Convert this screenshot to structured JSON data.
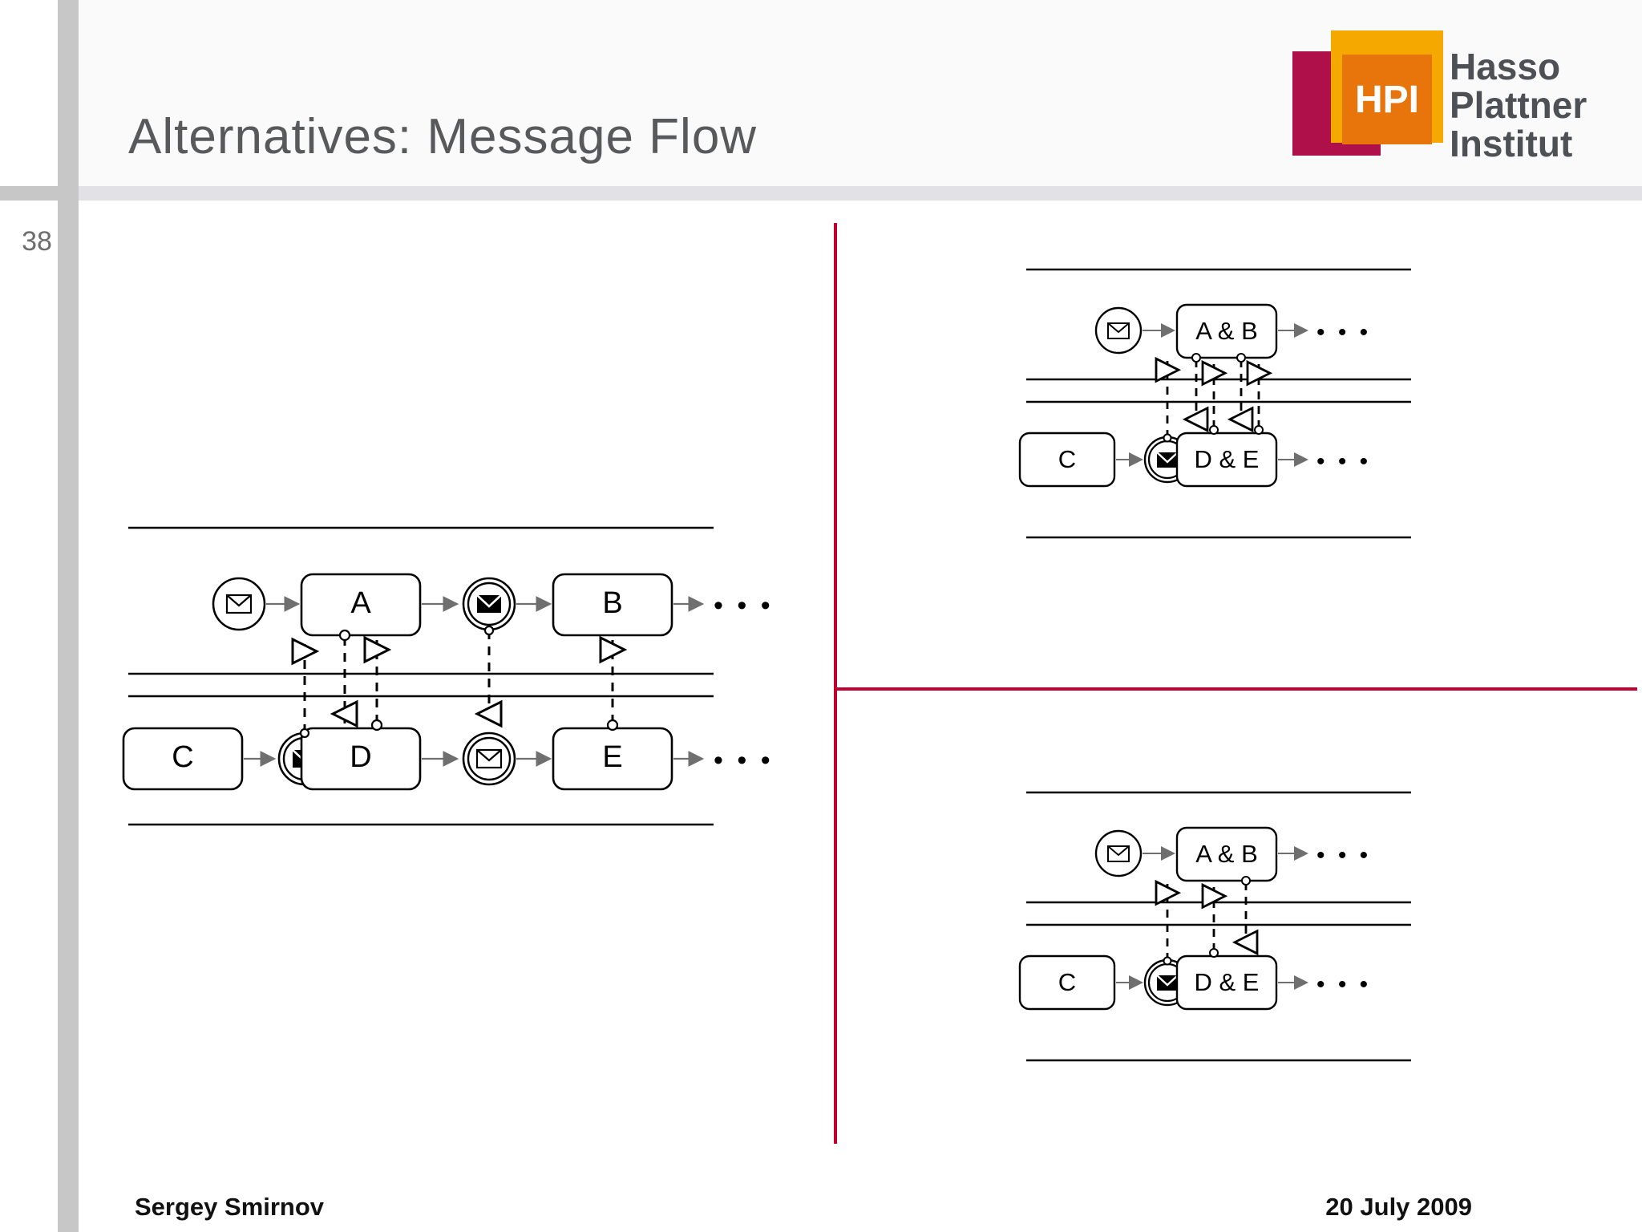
{
  "slide": {
    "number": "38",
    "title": "Alternatives: Message Flow",
    "footer_author": "Sergey Smirnov",
    "footer_date": "20 July 2009"
  },
  "logo": {
    "mark_text": "HPI",
    "word_line1": "Hasso",
    "word_line2": "Plattner",
    "word_line3": "Institut",
    "color_crimson": "#b0104a",
    "color_gold": "#f5a800",
    "color_orange": "#e8740c",
    "color_word": "#4d5156"
  },
  "theme": {
    "accent_red": "#c10230",
    "rail_gray": "#c7c7c7",
    "title_gray": "#58595b",
    "stroke": "#000000",
    "flow_arrow_gray": "#6f6f6f"
  },
  "diagrams": [
    {
      "id": "left-original",
      "position": "left",
      "pools": 2,
      "top_lane": {
        "elements": [
          {
            "type": "message-start-event",
            "label": ""
          },
          {
            "type": "task",
            "label": "A"
          },
          {
            "type": "message-intermediate-throw-event",
            "label": ""
          },
          {
            "type": "task",
            "label": "B"
          },
          {
            "type": "continuation-ellipsis",
            "label": "• • •"
          }
        ]
      },
      "bottom_lane": {
        "elements": [
          {
            "type": "task",
            "label": "C"
          },
          {
            "type": "message-intermediate-throw-event",
            "label": ""
          },
          {
            "type": "task",
            "label": "D"
          },
          {
            "type": "message-intermediate-catch-event",
            "label": ""
          },
          {
            "type": "task",
            "label": "E"
          },
          {
            "type": "continuation-ellipsis",
            "label": "• • •"
          }
        ]
      },
      "message_flows": [
        {
          "from": "C-throw-event",
          "to": "start-event",
          "direction": "up"
        },
        {
          "from": "A",
          "to": "D",
          "direction": "down"
        },
        {
          "from": "D",
          "to": "A",
          "direction": "up"
        },
        {
          "from": "A-throw-event",
          "to": "D-catch-event",
          "direction": "down"
        },
        {
          "from": "E",
          "to": "B",
          "direction": "up"
        }
      ]
    },
    {
      "id": "right-top-alternative",
      "position": "right-top",
      "pools": 2,
      "top_lane": {
        "elements": [
          {
            "type": "message-start-event",
            "label": ""
          },
          {
            "type": "task",
            "label": "A & B"
          },
          {
            "type": "continuation-ellipsis",
            "label": "• • •"
          }
        ]
      },
      "bottom_lane": {
        "elements": [
          {
            "type": "task",
            "label": "C"
          },
          {
            "type": "message-intermediate-throw-event",
            "label": ""
          },
          {
            "type": "task",
            "label": "D & E"
          },
          {
            "type": "continuation-ellipsis",
            "label": "• • •"
          }
        ]
      },
      "message_flows": [
        {
          "from": "C-throw-event",
          "to": "start-event",
          "direction": "up"
        },
        {
          "from": "A & B",
          "to": "D & E",
          "direction": "down"
        },
        {
          "from": "D & E",
          "to": "A & B",
          "direction": "up"
        },
        {
          "from": "A & B",
          "to": "D & E",
          "direction": "down"
        },
        {
          "from": "D & E",
          "to": "A & B",
          "direction": "up"
        }
      ]
    },
    {
      "id": "right-bottom-alternative",
      "position": "right-bottom",
      "pools": 2,
      "top_lane": {
        "elements": [
          {
            "type": "message-start-event",
            "label": ""
          },
          {
            "type": "task",
            "label": "A & B"
          },
          {
            "type": "continuation-ellipsis",
            "label": "• • •"
          }
        ]
      },
      "bottom_lane": {
        "elements": [
          {
            "type": "task",
            "label": "C"
          },
          {
            "type": "message-intermediate-throw-event",
            "label": ""
          },
          {
            "type": "task",
            "label": "D & E"
          },
          {
            "type": "continuation-ellipsis",
            "label": "• • •"
          }
        ]
      },
      "message_flows": [
        {
          "from": "C-throw-event",
          "to": "start-event",
          "direction": "up"
        },
        {
          "from": "D & E",
          "to": "A & B",
          "direction": "up"
        },
        {
          "from": "A & B",
          "to": "D & E",
          "direction": "down"
        }
      ]
    }
  ],
  "labels": {
    "A": "A",
    "B": "B",
    "C": "C",
    "D": "D",
    "E": "E",
    "AB": "A & B",
    "DE": "D & E",
    "ellipsis": "• • •"
  }
}
